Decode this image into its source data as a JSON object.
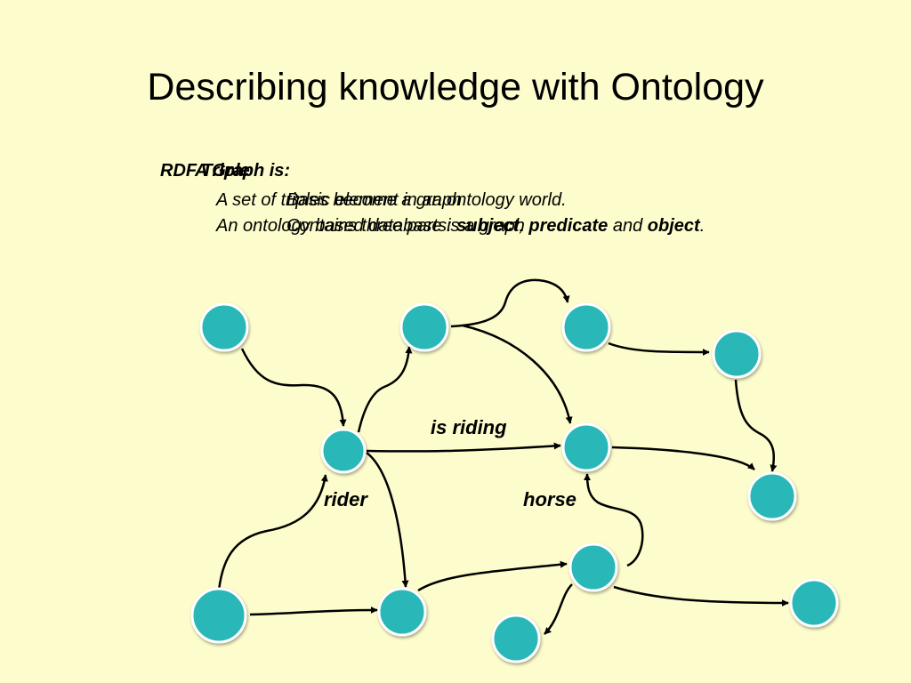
{
  "slide": {
    "title": "Describing knowledge with Ontology"
  },
  "layer_a": {
    "heading": "RDF Triple",
    "line1": "Basic element in an ontology world.",
    "line2_pre": "Contains three parts: ",
    "line2_subject": "subject",
    "line2_sep": ", ",
    "line2_predicate": "predicate",
    "line2_and": " and ",
    "line2_object": "object",
    "line2_end": "."
  },
  "layer_b": {
    "heading": "A Graph is:",
    "line1": "A set of triples become a graph",
    "line2": "An ontology based database is a graph"
  },
  "diagram": {
    "node_color": "#2ab7b7",
    "edge_color": "#000000",
    "labels": {
      "is_riding": "is riding",
      "rider": "rider",
      "horse": "horse"
    }
  }
}
